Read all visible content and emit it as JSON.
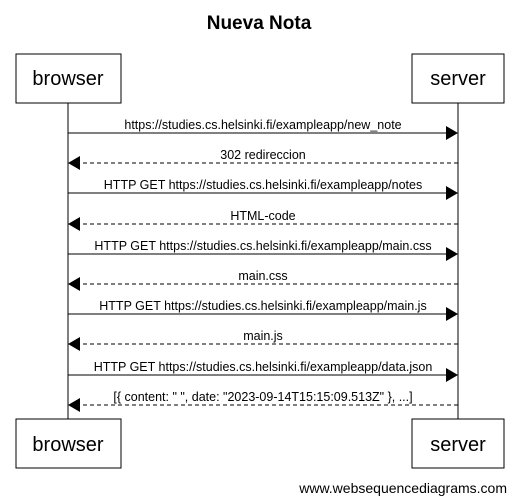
{
  "diagram": {
    "title": "Nueva Nota",
    "participants": [
      "browser",
      "server"
    ],
    "messages": [
      {
        "from": "browser",
        "to": "server",
        "style": "solid",
        "label": "https://studies.cs.helsinki.fi/exampleapp/new_note"
      },
      {
        "from": "server",
        "to": "browser",
        "style": "dashed",
        "label": "302 redireccion"
      },
      {
        "from": "browser",
        "to": "server",
        "style": "solid",
        "label": "HTTP GET https://studies.cs.helsinki.fi/exampleapp/notes"
      },
      {
        "from": "server",
        "to": "browser",
        "style": "dashed",
        "label": "HTML-code"
      },
      {
        "from": "browser",
        "to": "server",
        "style": "solid",
        "label": "HTTP GET https://studies.cs.helsinki.fi/exampleapp/main.css"
      },
      {
        "from": "server",
        "to": "browser",
        "style": "dashed",
        "label": "main.css"
      },
      {
        "from": "browser",
        "to": "server",
        "style": "solid",
        "label": "HTTP GET https://studies.cs.helsinki.fi/exampleapp/main.js"
      },
      {
        "from": "server",
        "to": "browser",
        "style": "dashed",
        "label": "main.js"
      },
      {
        "from": "browser",
        "to": "server",
        "style": "solid",
        "label": "HTTP GET https://studies.cs.helsinki.fi/exampleapp/data.json"
      },
      {
        "from": "server",
        "to": "browser",
        "style": "dashed",
        "label": "[{ content: \" \", date: \"2023-09-14T15:15:09.513Z\" }, ...]"
      }
    ],
    "footer": "www.websequencediagrams.com"
  }
}
